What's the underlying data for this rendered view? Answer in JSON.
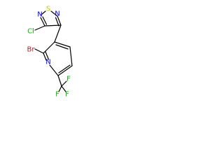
{
  "molecule": {
    "atoms": {
      "s_thiadiazole": {
        "symbol": "S",
        "color": "#c6c600"
      },
      "n_thiadiazole_upper": {
        "symbol": "N",
        "color": "#0000ff"
      },
      "n_thiadiazole_right": {
        "symbol": "N",
        "color": "#0000ff"
      },
      "cl": {
        "symbol": "Cl",
        "color": "#00bb00"
      },
      "br": {
        "symbol": "Br",
        "color": "#a52a2a"
      },
      "n_pyridine": {
        "symbol": "N",
        "color": "#0000ff"
      },
      "f_top": {
        "symbol": "F",
        "color": "#00bb00"
      },
      "f_left": {
        "symbol": "F",
        "color": "#00bb00"
      },
      "f_right": {
        "symbol": "F",
        "color": "#00bb00"
      }
    },
    "bond_color": "#000000"
  }
}
